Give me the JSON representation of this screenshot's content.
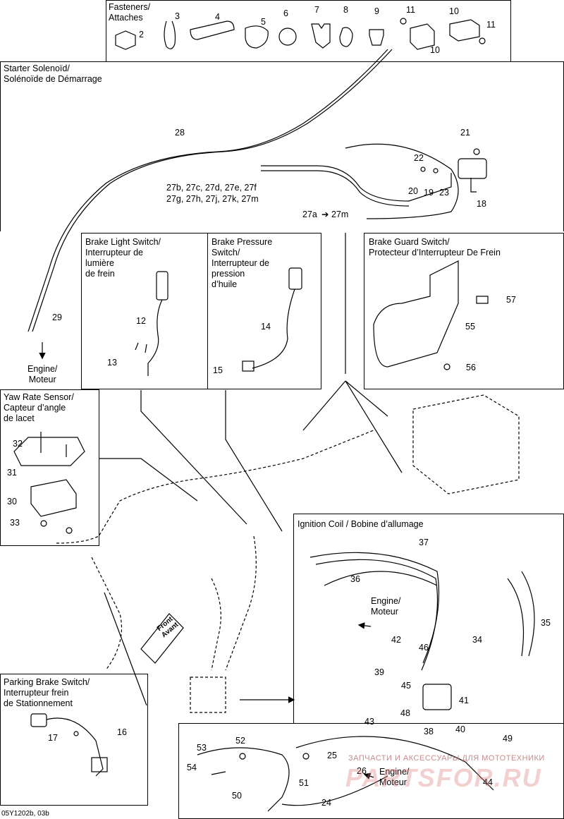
{
  "fasteners": {
    "title": "Fasteners/\nAttaches",
    "parts": [
      "2",
      "3",
      "4",
      "5",
      "6",
      "7",
      "8",
      "9",
      "11",
      "10",
      "10",
      "11"
    ]
  },
  "solenoid": {
    "title": "Starter Solenoïd/\nSolénoïde de Démarrage",
    "parts": [
      "28",
      "21",
      "22",
      "20",
      "19",
      "23",
      "18",
      "29"
    ],
    "label_27": "27b, 27c, 27d, 27e, 27f",
    "label_27b": "27g, 27h, 27j, 27k, 27m",
    "label_27am": "27a",
    "label_27am2": "27m",
    "engine": "Engine/\nMoteur"
  },
  "brake_light": {
    "title": "Brake Light Switch/\nInterrupteur de\nlumière\nde frein",
    "parts": [
      "12",
      "13"
    ]
  },
  "brake_pressure": {
    "title": "Brake Pressure\nSwitch/\nInterrupteur de\npression\nd’huile",
    "parts": [
      "14",
      "15"
    ]
  },
  "brake_guard": {
    "title": "Brake Guard Switch/\nProtecteur d’Interrupteur De Frein",
    "parts": [
      "57",
      "55",
      "56"
    ]
  },
  "yaw": {
    "title": "Yaw Rate Sensor/\nCapteur d’angle\nde lacet",
    "parts": [
      "32",
      "31",
      "30",
      "33"
    ]
  },
  "ignition": {
    "title": "Ignition Coil / Bobine d’allumage",
    "parts": [
      "37",
      "36",
      "35",
      "34",
      "42",
      "46",
      "39",
      "45",
      "41",
      "48",
      "40",
      "38",
      "43",
      "49",
      "53",
      "52",
      "54",
      "25",
      "26",
      "51",
      "50",
      "24",
      "44"
    ],
    "engine1": "Engine/\nMoteur",
    "engine2": "Engine/\nMoteur"
  },
  "parking": {
    "title": "Parking Brake Switch/\nInterrupteur frein\nde Stationnement",
    "parts": [
      "16",
      "17"
    ]
  },
  "front": "Front\nAvant",
  "footer_code": "05Y1202b, 03b",
  "watermark_text": "ЗАПЧАСТИ И АКСЕССУАРЫ ДЛЯ МОТОТЕХНИКИ",
  "watermark_logo": "PARTSFOR.RU"
}
